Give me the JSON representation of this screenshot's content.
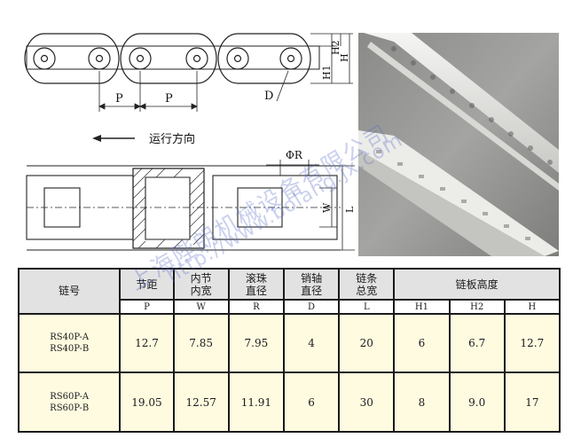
{
  "diagram": {
    "labels": {
      "pitch_1": "P",
      "pitch_2": "P",
      "d": "D",
      "h1": "H1",
      "h2": "H2",
      "h": "H",
      "direction": "运行方向",
      "r": "ΦR",
      "w": "W",
      "l": "L"
    }
  },
  "table": {
    "header": {
      "model": "链号",
      "pitch": "节距",
      "inner_width": "内节\n内宽",
      "roller_dia": "滚珠\n直径",
      "pin_dia": "销轴\n直径",
      "total_width": "链条\n总宽",
      "plate_height": "链板高度"
    },
    "symbols": [
      "P",
      "W",
      "R",
      "D",
      "L",
      "H1",
      "H2",
      "H"
    ],
    "rows": [
      {
        "model": "RS40P-A\nRS40P-B",
        "values": [
          "12.7",
          "7.85",
          "7.95",
          "4",
          "20",
          "6",
          "6.7",
          "12.7"
        ]
      },
      {
        "model": "RS60P-A\nRS60P-B",
        "values": [
          "19.05",
          "12.57",
          "11.91",
          "6",
          "30",
          "8",
          "9.0",
          "17"
        ]
      }
    ]
  },
  "watermark": {
    "cn": "上海陛朗机械设备有限公司",
    "url": "http://www.bolang.jx.com"
  }
}
